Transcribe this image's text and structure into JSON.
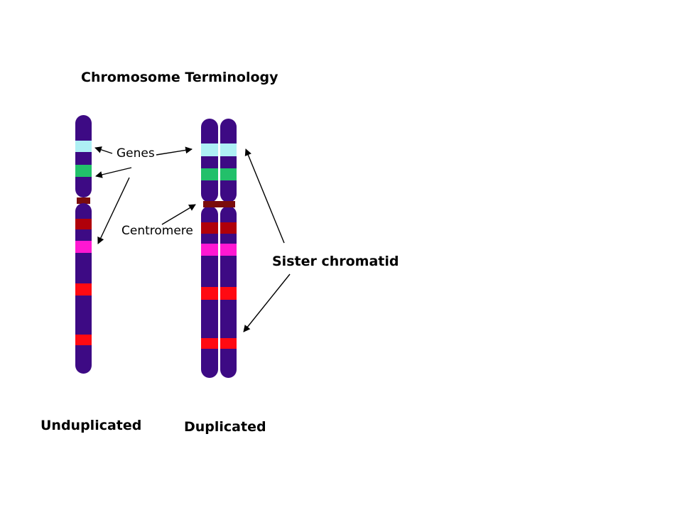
{
  "title": "Chromosome Terminology",
  "labels": {
    "genes": "Genes",
    "centromere": "Centromere",
    "sister_chromatid": "Sister chromatid",
    "unduplicated": "Unduplicated",
    "duplicated": "Duplicated"
  },
  "colors": {
    "chromosome_body": "#3d0a84",
    "centromere_band": "#7a0c0c",
    "gene_light_cyan": "#aef0f4",
    "gene_green": "#22c06a",
    "band_dark_red": "#b0000a",
    "band_magenta": "#ff18d2",
    "band_red": "#ff0a12",
    "text_and_arrows": "#000000",
    "background": "#ffffff"
  }
}
